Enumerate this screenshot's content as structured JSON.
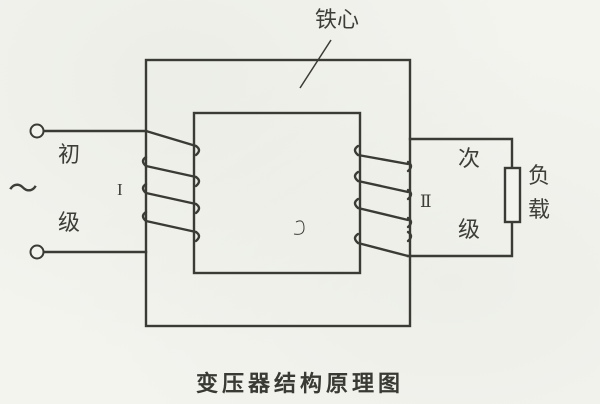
{
  "figure": {
    "caption": "变压器结构原理图",
    "subject": "transformer structure principle diagram"
  },
  "core": {
    "label": "铁心"
  },
  "primary": {
    "label_top": "初",
    "label_bottom": "级",
    "winding_label": "I",
    "source_symbol": "～",
    "turns": 4
  },
  "secondary": {
    "label_top": "次",
    "label_bottom": "级",
    "winding_label": "Ⅱ",
    "turns": 4
  },
  "load": {
    "label_top": "负",
    "label_bottom": "载"
  },
  "colors": {
    "ink": "#3b3b36",
    "paper": "#f4f4ef"
  }
}
